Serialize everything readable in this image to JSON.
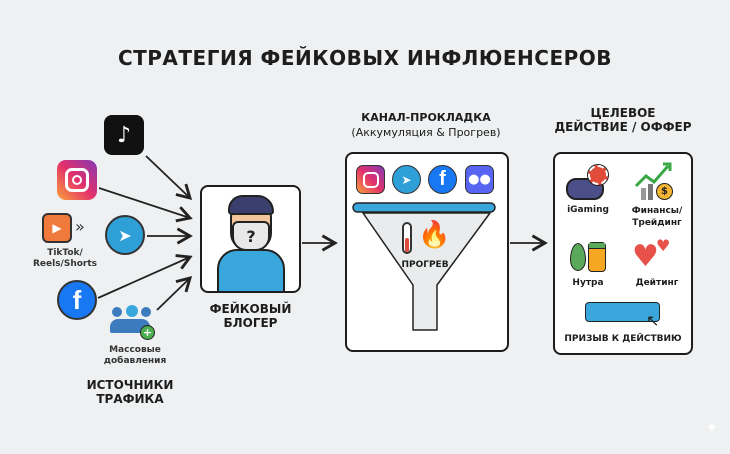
{
  "title": "СТРАТЕГИЯ ФЕЙКОВЫХ ИНФЛЮЕНСЕРОВ",
  "sources": {
    "heading": [
      "ИСТОЧНИКИ",
      "ТРАФИКА"
    ],
    "reels_label": [
      "TikTok/",
      "Reels/Shorts"
    ],
    "mass_label": [
      "Массовые",
      "добавления"
    ]
  },
  "blogger": {
    "label": [
      "ФЕЙКОВЫЙ",
      "БЛОГЕР"
    ],
    "mask_symbol": "?"
  },
  "channel": {
    "heading": "КАНАЛ-ПРОКЛАДКА",
    "subheading": "(Аккумуляция & Прогрев)",
    "funnel_label": "ПРОГРЕВ"
  },
  "offer": {
    "heading": [
      "ЦЕЛЕВОЕ",
      "ДЕЙСТВИЕ / ОФФЕР"
    ],
    "items": [
      "iGaming",
      "Финансы/ Трейдинг",
      "Нутра",
      "Дейтинг"
    ],
    "cta_label": "ПРИЗЫВ К ДЕЙСТВИЮ"
  },
  "colors": {
    "telegram": "#2f9fd8",
    "facebook": "#1877f2",
    "discord": "#5865f2",
    "accent": "#3aa7dc"
  }
}
